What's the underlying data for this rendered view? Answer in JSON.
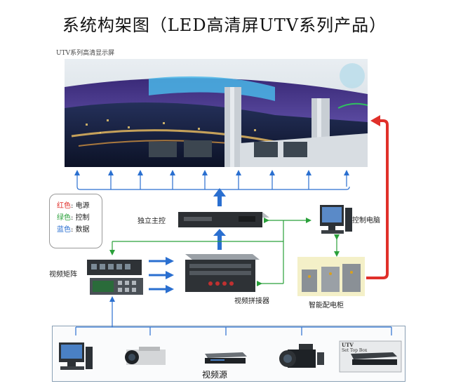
{
  "title": "系统构架图（LED高清屏UTV系列产品）",
  "screen_label": "UTV系列高清显示屏",
  "legend": {
    "items": [
      {
        "color_name": "红色",
        "color": "#e0302a",
        "meaning": "电源"
      },
      {
        "color_name": "绿色",
        "color": "#2aa03a",
        "meaning": "控制"
      },
      {
        "color_name": "蓝色",
        "color": "#2a6fd0",
        "meaning": "数据"
      }
    ]
  },
  "nodes": {
    "main_controller": "独立主控",
    "control_pc": "控制电脑",
    "video_matrix": "视频矩阵",
    "video_splicer": "视频拼接器",
    "power_cabinet": "智能配电柜"
  },
  "sources": {
    "label": "视频源",
    "stb_text_1": "UTV",
    "stb_text_2": "Set Top Box"
  },
  "colors": {
    "data_blue": "#2a6fd0",
    "control_green": "#2aa03a",
    "power_red": "#e0302a"
  },
  "icons": [
    "monitor-icon",
    "camera-icon",
    "dvd-player-icon",
    "camcorder-icon",
    "set-top-box-icon"
  ]
}
